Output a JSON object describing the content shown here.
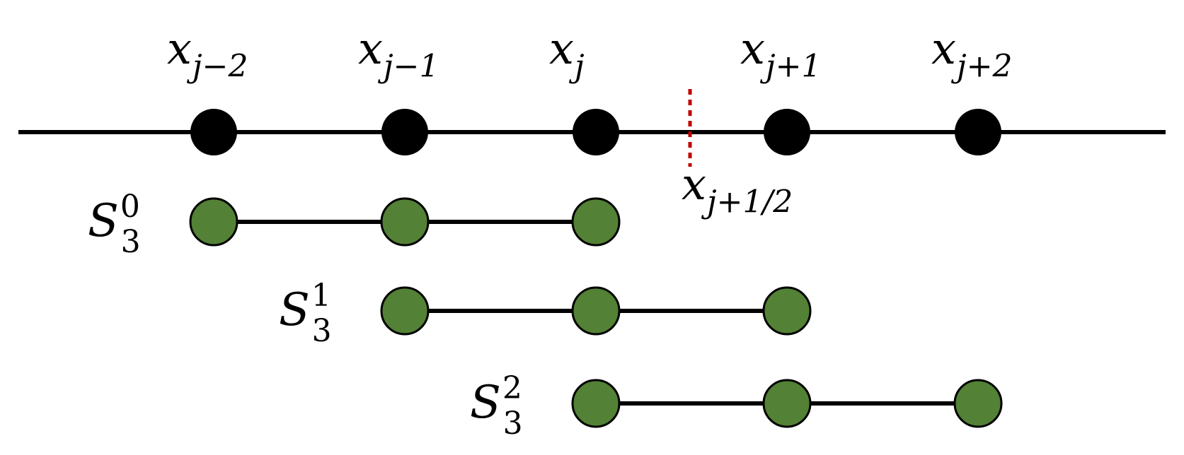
{
  "colors": {
    "line": "#000000",
    "grid_point": "#000000",
    "stencil_point_fill": "#538135",
    "stencil_point_stroke": "#000000",
    "interface_marker": "#c00000",
    "background": "#ffffff"
  },
  "grid": {
    "points": [
      {
        "base": "x",
        "sub": "j−2"
      },
      {
        "base": "x",
        "sub": "j−1"
      },
      {
        "base": "x",
        "sub": "j"
      },
      {
        "base": "x",
        "sub": "j+1"
      },
      {
        "base": "x",
        "sub": "j+2"
      }
    ],
    "interface": {
      "base": "x",
      "sub": "j+1/2",
      "between": [
        2,
        3
      ]
    }
  },
  "stencils": [
    {
      "base": "S",
      "sub": "3",
      "sup": "0",
      "start_index": 0,
      "size": 3
    },
    {
      "base": "S",
      "sub": "3",
      "sup": "1",
      "start_index": 1,
      "size": 3
    },
    {
      "base": "S",
      "sub": "3",
      "sup": "2",
      "start_index": 2,
      "size": 3
    }
  ]
}
